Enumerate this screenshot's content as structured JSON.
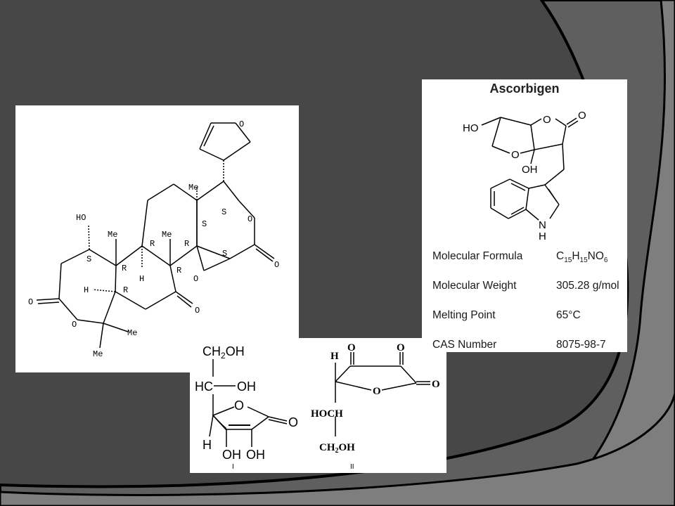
{
  "limonin": {
    "labels": {
      "ho": "HO",
      "o_ring": "O",
      "o_carbonyl_left": "O",
      "o_lactone_left": "O",
      "me_top": "Me",
      "me_a": "Me",
      "me_b": "Me",
      "me_gem1": "Me",
      "me_gem2": "Me",
      "s_top": "S",
      "s_mid": "S",
      "s_epox": "S",
      "s_left": "S",
      "r1": "R",
      "r2": "R",
      "r3": "R",
      "r4": "R",
      "r5": "R",
      "h1": "H",
      "h2": "H",
      "o_lactone_right": "O",
      "o_carbonyl_right": "O",
      "o_epoxide": "O",
      "o_ketone": "O"
    }
  },
  "ascorbic": {
    "left": {
      "ch2oh_main": "CH",
      "ch2oh_sub": "2",
      "ch2oh_end": "OH",
      "hc": "HC",
      "oh1": "OH",
      "ring_o": "O",
      "carbonyl_o": "O",
      "h": "H",
      "oh2": "OH",
      "oh3": "OH",
      "numeral": "I"
    },
    "right": {
      "h": "H",
      "o1": "O",
      "o2": "O",
      "o3": "O",
      "ring_o": "O",
      "hoch": "HOCH",
      "ch2oh_a": "CH",
      "ch2oh_sub": "2",
      "ch2oh_b": "OH",
      "numeral": "II"
    }
  },
  "ascorbigen": {
    "title": "Ascorbigen",
    "structure": {
      "ho": "HO",
      "o_top": "O",
      "o_carbonyl": "O",
      "o_bottom": "O",
      "oh": "OH",
      "nh": "N",
      "nh_h": "H"
    },
    "properties": [
      {
        "label": "Molecular Formula",
        "value_parts": [
          "C",
          "15",
          "H",
          "15",
          "NO",
          "6"
        ]
      },
      {
        "label": "Molecular Weight",
        "value": "305.28 g/mol"
      },
      {
        "label": "Melting Point",
        "value": "65°C"
      },
      {
        "label": "CAS Number",
        "value": "8075-98-7"
      }
    ]
  },
  "colors": {
    "background_dark": "#474747",
    "background_mid": "#5f5f5f",
    "background_light": "#7e7e7e",
    "arc_stroke": "#000000",
    "card": "#ffffff"
  }
}
